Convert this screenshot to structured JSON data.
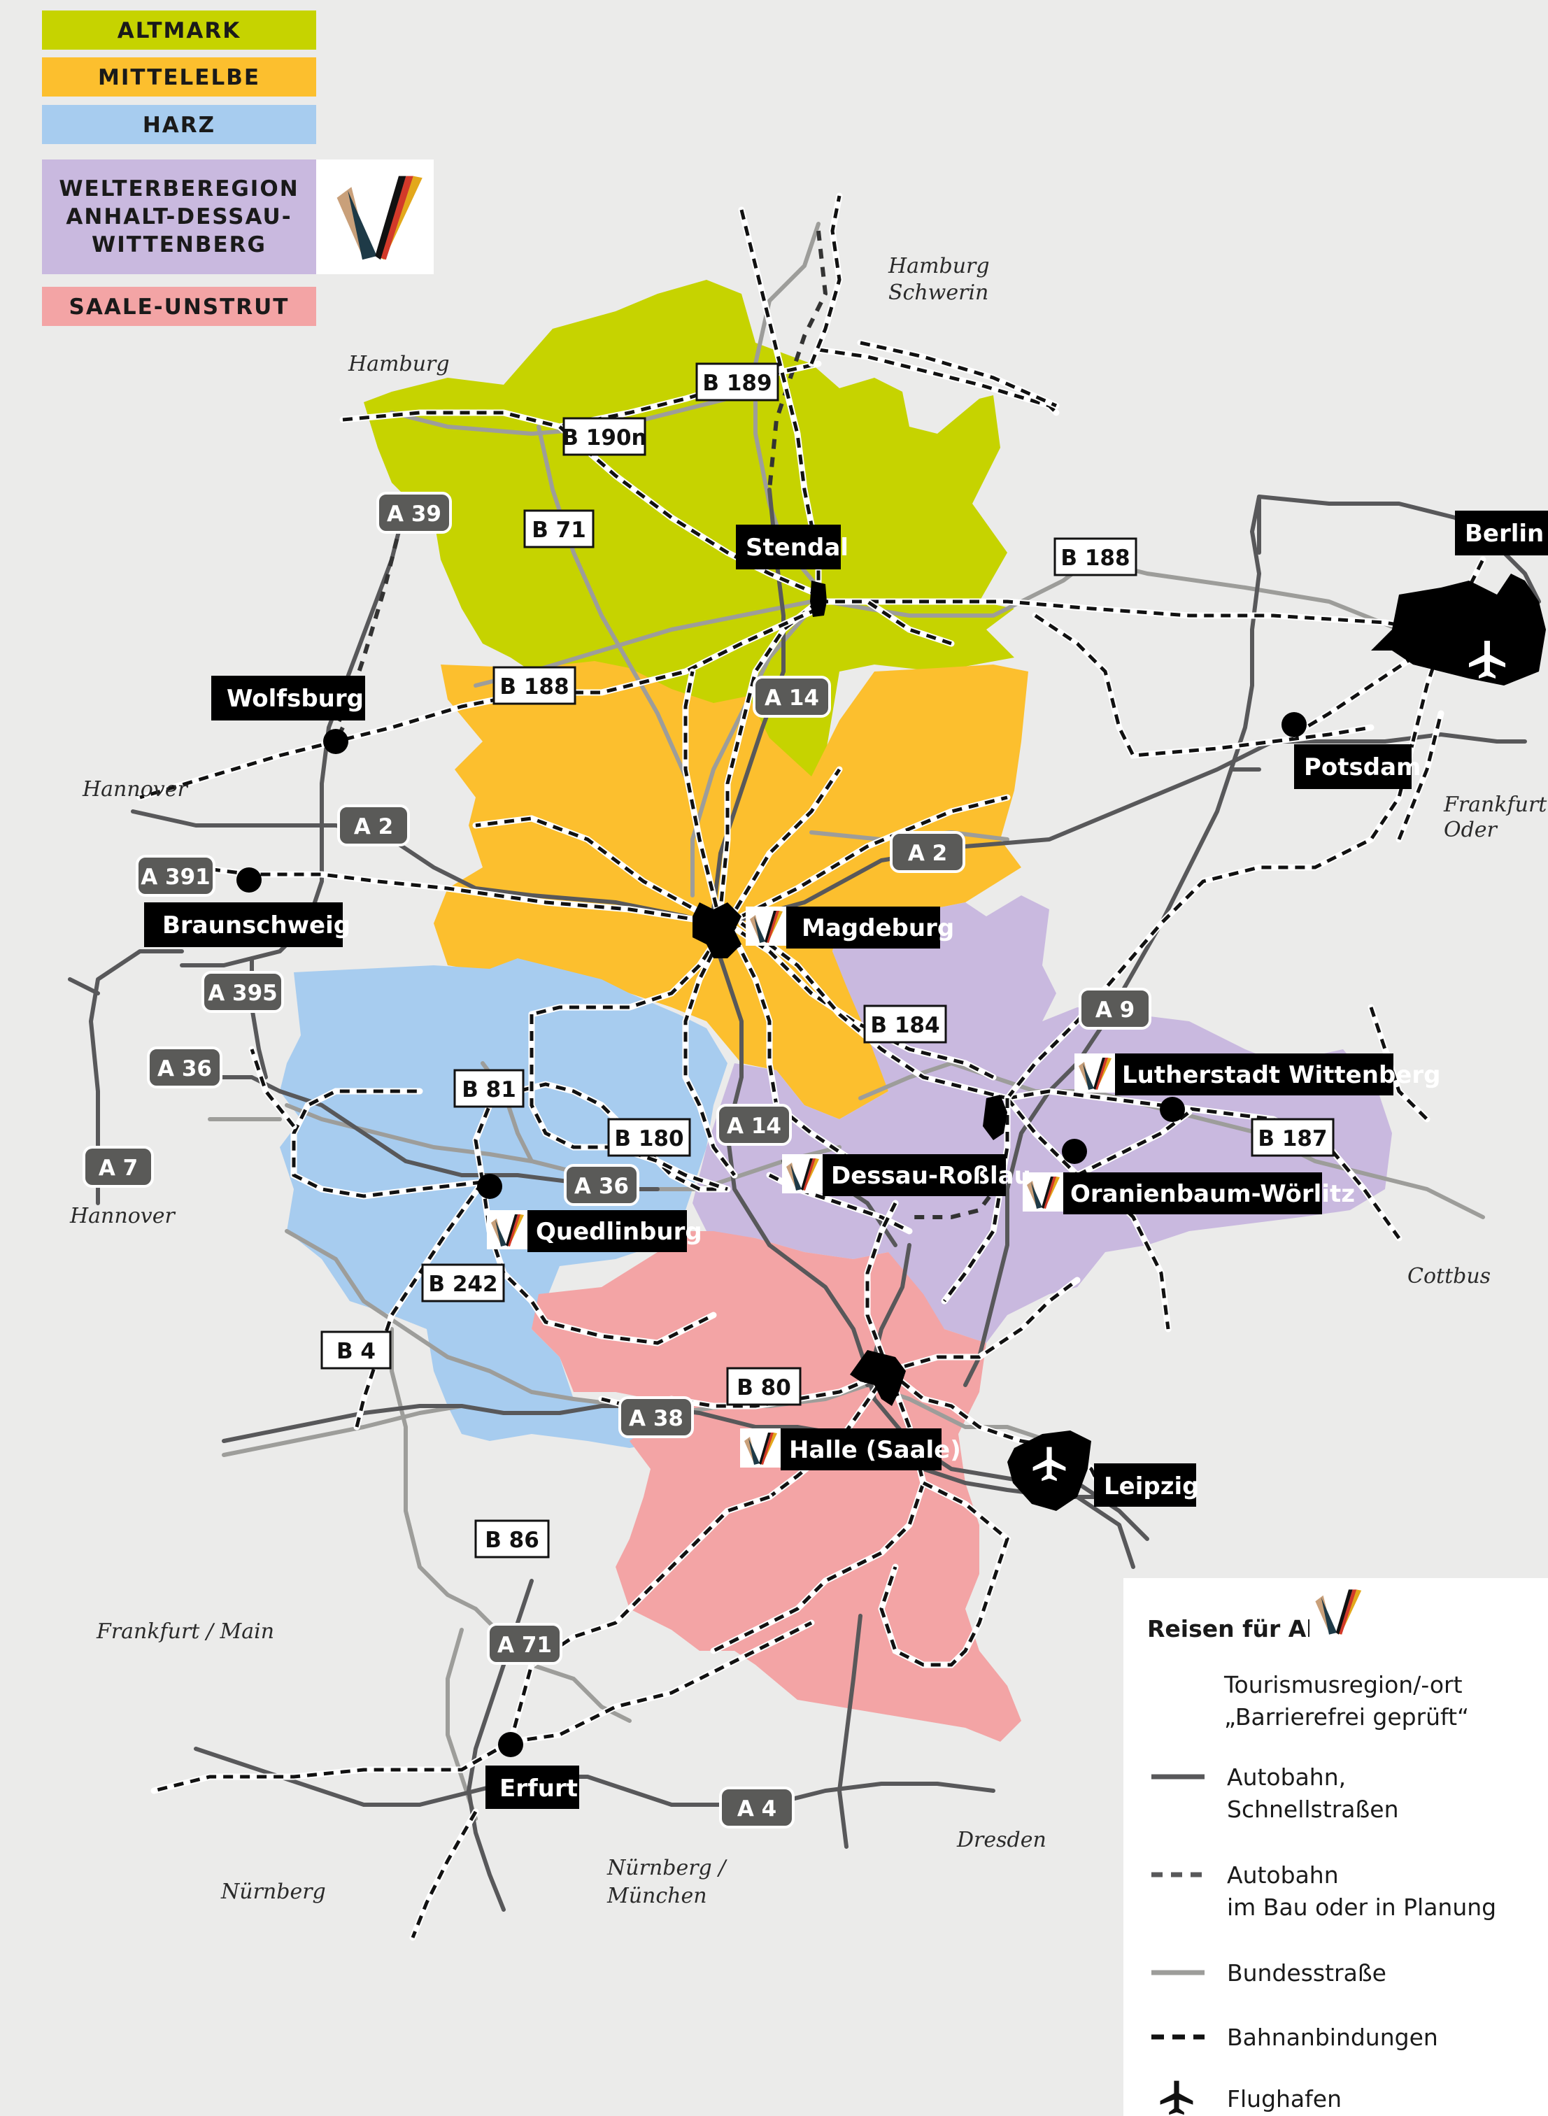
{
  "colors": {
    "altmark": "#c6d300",
    "mittelelbe": "#fcbf2e",
    "harz": "#a7ccef",
    "welterbe": "#c9b9df",
    "saale": "#f3a4a5",
    "background": "#ebebea",
    "autobahn": "#58585a",
    "bundesstrasse": "#9d9d9a",
    "bahn": "#111111"
  },
  "regions": {
    "altmark": "ALTMARK",
    "mittelelbe": "MITTELELBE",
    "harz": "HARZ",
    "welterbe": [
      "WELTERBEREGION",
      "ANHALT-DESSAU-",
      "WITTENBERG"
    ],
    "saale": "SAALE-UNSTRUT"
  },
  "places": {
    "berlin": "Berlin",
    "stendal": "Stendal",
    "wolfsburg": "Wolfsburg",
    "potsdam": "Potsdam",
    "braunschweig": "Braunschweig",
    "magdeburg": "Magdeburg",
    "wittenberg": "Lutherstadt Wittenberg",
    "dessau": "Dessau-Roßlau",
    "oranienbaum": "Oranienbaum-Wörlitz",
    "quedlinburg": "Quedlinburg",
    "halle": "Halle (Saale)",
    "leipzig": "Leipzig",
    "erfurt": "Erfurt"
  },
  "autobahn_badges": {
    "a39": "A 39",
    "a2_west": "A 2",
    "a391": "A 391",
    "a395": "A 395",
    "a36_west": "A 36",
    "a7": "A 7",
    "a14_north": "A 14",
    "a2_east": "A 2",
    "a9": "A 9",
    "a14_south": "A 14",
    "a36_east": "A 36",
    "a38": "A 38",
    "a71": "A 71",
    "a4": "A 4"
  },
  "bundes_badges": {
    "b189": "B 189",
    "b190n": "B 190n",
    "b71": "B 71",
    "b188_east": "B 188",
    "b188_west": "B 188",
    "b184": "B 184",
    "b81": "B 81",
    "b180": "B 180",
    "b187": "B 187",
    "b242": "B 242",
    "b4": "B 4",
    "b80": "B 80",
    "b86": "B 86"
  },
  "directions": {
    "hamburg_schwerin": [
      "Hamburg",
      "Schwerin"
    ],
    "hamburg": "Hamburg",
    "hannover_top": "Hannover",
    "frankfurt_oder": [
      "Frankfurt /",
      "Oder"
    ],
    "hannover_bottom": "Hannover",
    "cottbus": "Cottbus",
    "frankfurt_main": "Frankfurt / Main",
    "dresden": "Dresden",
    "nuernberg_muenchen": [
      "Nürnberg /",
      "München"
    ],
    "nuernberg": "Nürnberg"
  },
  "legend": {
    "title": "Reisen für Alle",
    "items": [
      [
        "Tourismusregion/-ort",
        "„Barrierefrei geprüft“"
      ],
      [
        "Autobahn,",
        "Schnellstraßen"
      ],
      [
        "Autobahn",
        "im Bau oder in Planung"
      ],
      [
        "Bundesstraße"
      ],
      [
        "Bahnanbindungen"
      ],
      [
        "Flughafen"
      ]
    ]
  }
}
